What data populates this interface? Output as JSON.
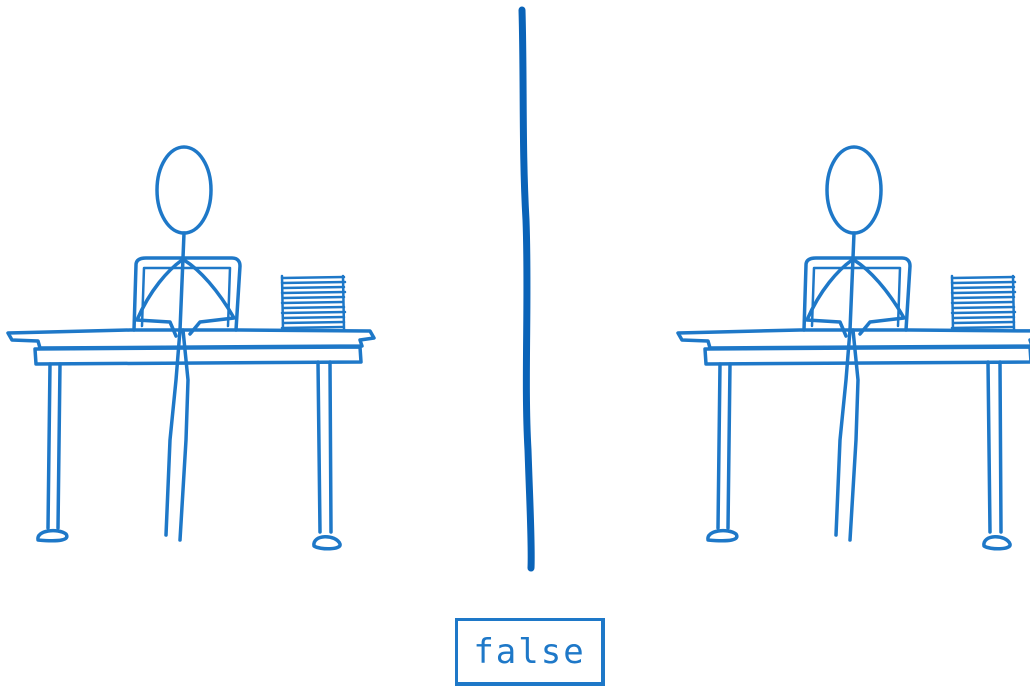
{
  "label": {
    "text": "false"
  },
  "colors": {
    "ink": "#1e78c8",
    "divider": "#0a63b8",
    "background": "#ffffff"
  },
  "figures": [
    {
      "name": "left-person-at-desk"
    },
    {
      "name": "right-person-at-desk"
    }
  ]
}
